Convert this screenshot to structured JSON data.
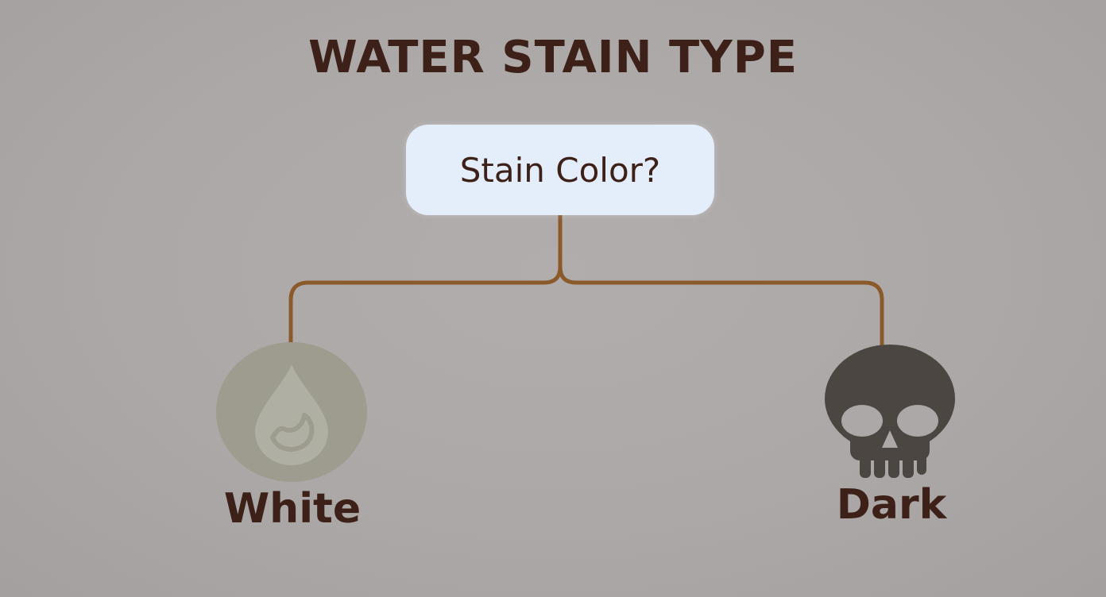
{
  "title": "WATER STAIN TYPE",
  "question": "Stain Color?",
  "branches": [
    {
      "label": "White",
      "icon": "water-drop-icon"
    },
    {
      "label": "Dark",
      "icon": "skull-icon"
    }
  ],
  "colors": {
    "text_dark": "#3d2119",
    "connector": "#8a5a2b",
    "question_bg": "#e4eefa",
    "white_circle": "#9d9c8f",
    "drop_icon": "#b0afa3",
    "skull": "#4b4642"
  }
}
